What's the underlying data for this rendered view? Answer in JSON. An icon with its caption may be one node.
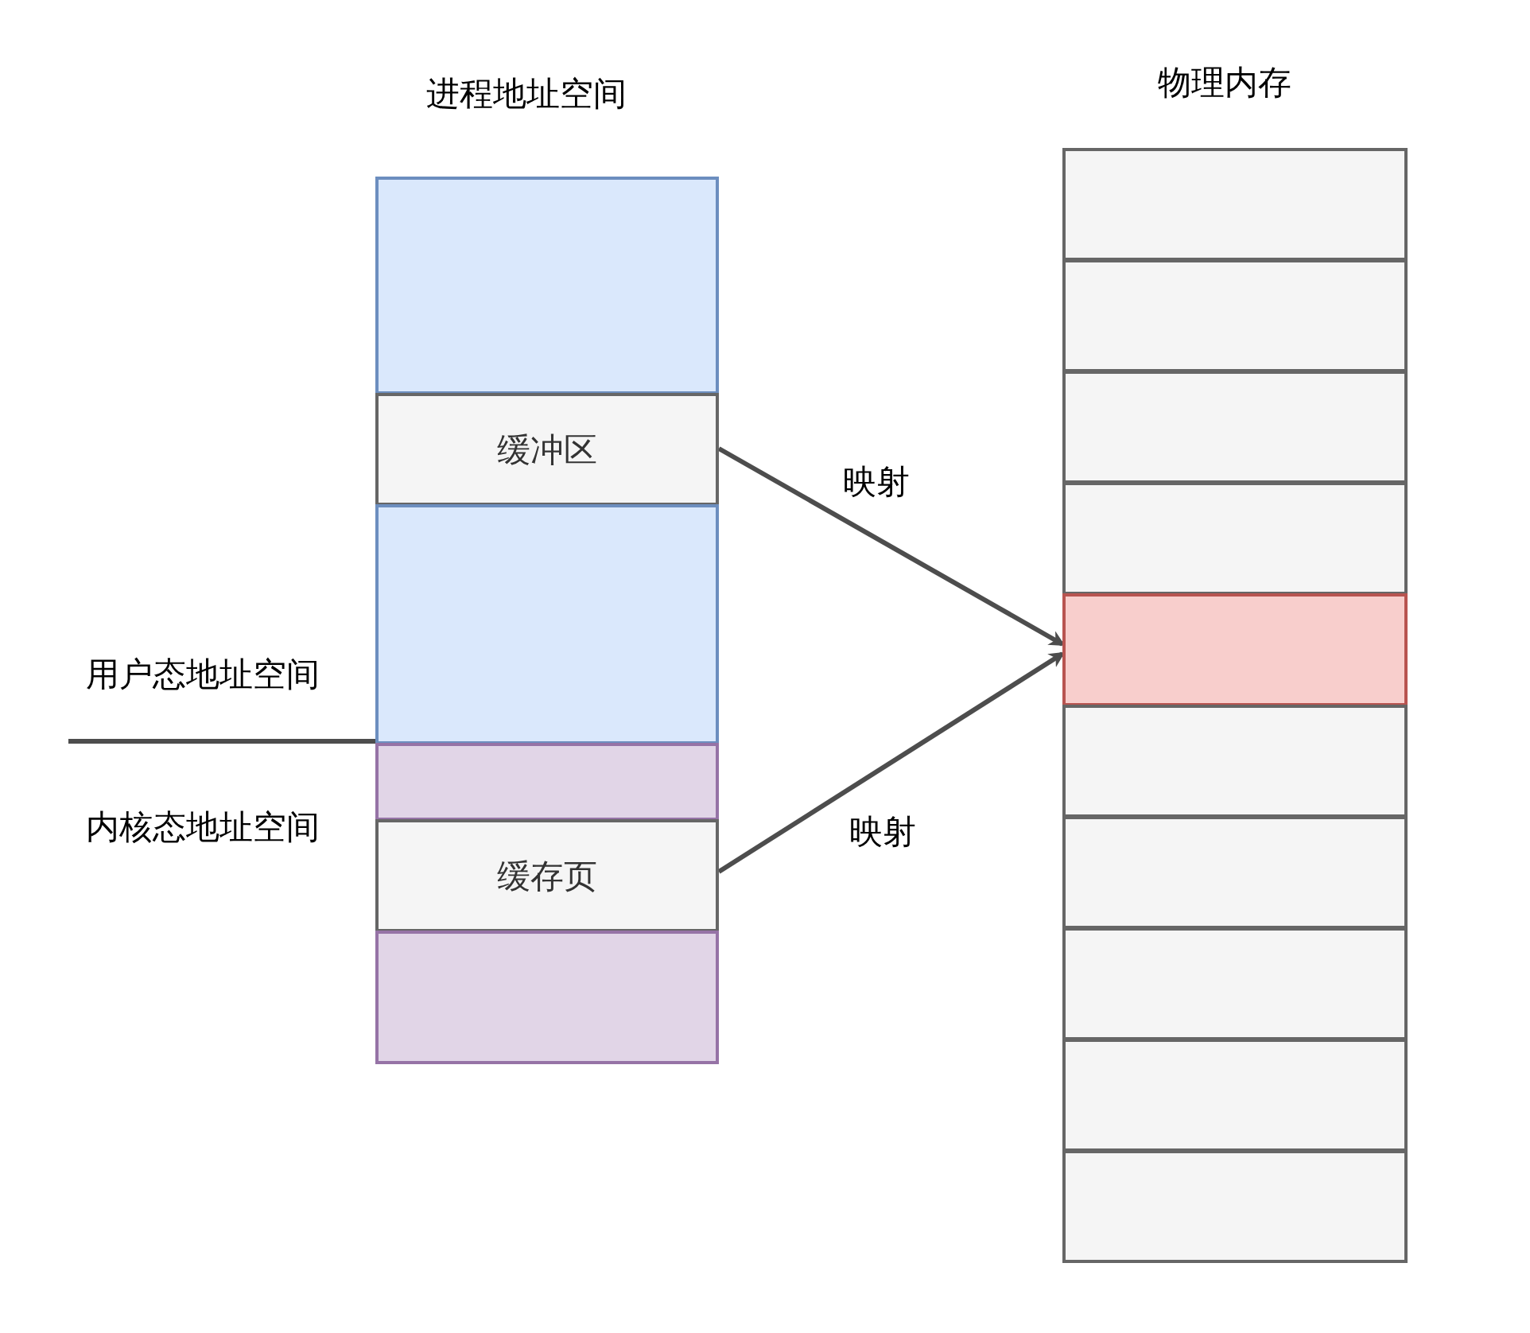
{
  "diagram": {
    "nodes": [
      {
        "text": [],
        "shape": "box"
      },
      {
        "text": [
          "缓冲区"
        ]
      },
      {
        "text": [],
        "shape": "box"
      },
      {
        "text": [],
        "shape": "box"
      },
      {
        "text": [
          "缓存页"
        ]
      },
      {
        "text": [],
        "shape": "box"
      },
      {
        "text": [],
        "shape": "box"
      },
      {
        "text": [],
        "shape": "box"
      },
      {
        "text": [],
        "shape": "box"
      },
      {
        "text": [],
        "shape": "box"
      },
      {
        "text": [],
        "shape": "box"
      },
      {
        "text": [],
        "shape": "box"
      },
      {
        "text": [],
        "shape": "box"
      },
      {
        "text": [],
        "shape": "box"
      },
      {
        "text": [],
        "shape": "box"
      },
      {
        "text": [],
        "shape": "box"
      }
    ],
    "edges": [
      {
        "from": 1,
        "to": 10,
        "arrow": "to",
        "label": "映射"
      },
      {
        "from": 4,
        "to": 10,
        "arrow": "to",
        "label": "映射"
      }
    ],
    "labels": [
      "进程地址空间",
      "物理内存",
      "用户态地址空间",
      "内核态地址空间"
    ]
  }
}
